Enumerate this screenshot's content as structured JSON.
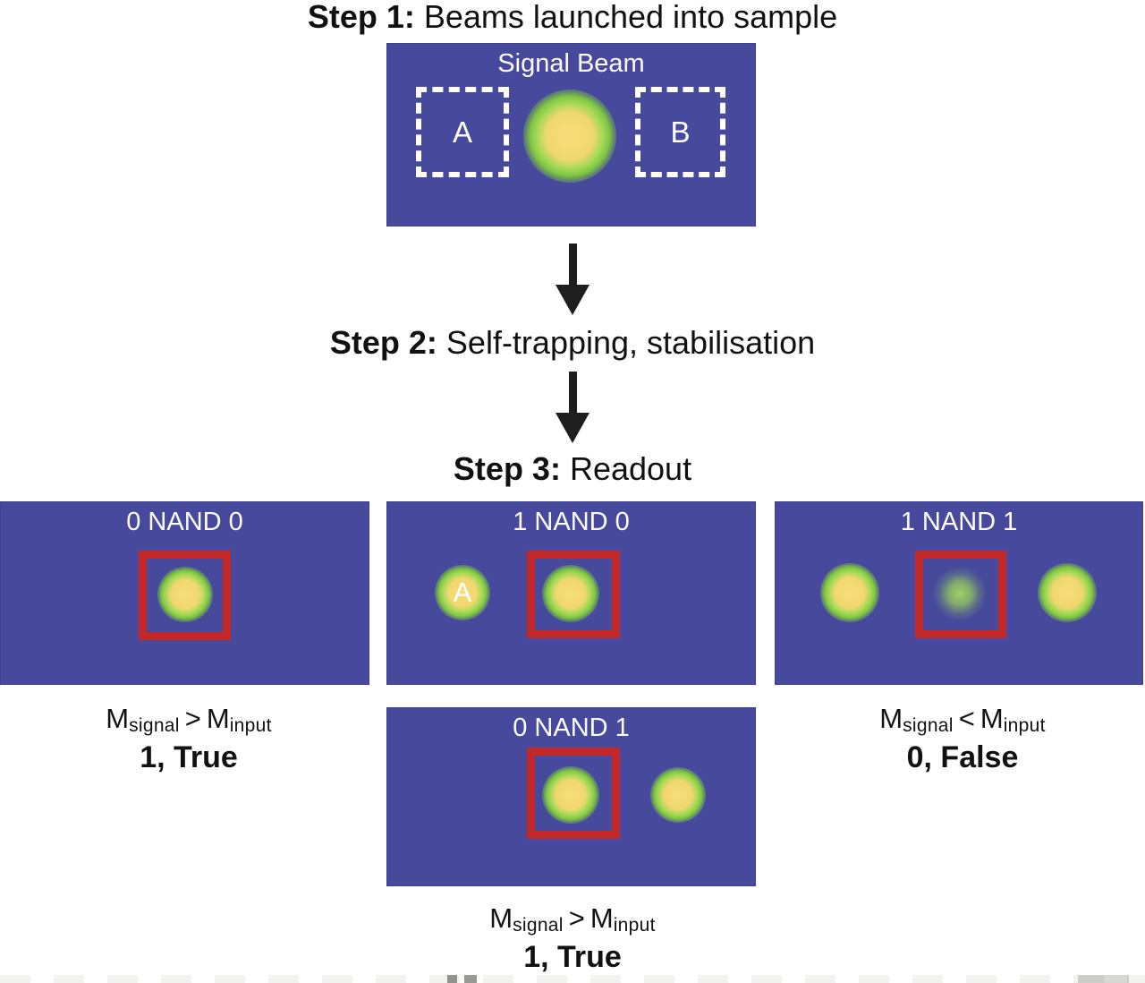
{
  "colors": {
    "panel_background": "#46499c",
    "marker_red": "#c32728",
    "beam_core_yellow": "#f1d76f",
    "beam_glow_green": "#7ec740",
    "text_light": "#ffffff",
    "text_dark": "#111111"
  },
  "steps": {
    "step1": {
      "label": "Step 1:",
      "title": "Beams launched into sample"
    },
    "step2": {
      "label": "Step 2:",
      "title": "Self-trapping, stabilisation"
    },
    "step3": {
      "label": "Step 3:",
      "title": "Readout"
    }
  },
  "signal_panel": {
    "title": "Signal Beam",
    "box_a_label": "A",
    "box_b_label": "B"
  },
  "readout": {
    "nand_00": {
      "title": "0 NAND 0"
    },
    "nand_10": {
      "title": "1 NAND 0",
      "input_beam_label": "A"
    },
    "nand_11": {
      "title": "1 NAND 1"
    },
    "nand_01": {
      "title": "0 NAND 1"
    }
  },
  "captions": {
    "left": {
      "m1": "M",
      "sub1": "signal",
      "op": ">",
      "m2": "M",
      "sub2": "input",
      "result": "1, True"
    },
    "right": {
      "m1": "M",
      "sub1": "signal",
      "op": "<",
      "m2": "M",
      "sub2": "input",
      "result": "0, False"
    },
    "bottom": {
      "m1": "M",
      "sub1": "signal",
      "op": ">",
      "m2": "M",
      "sub2": "input",
      "result": "1, True"
    }
  }
}
